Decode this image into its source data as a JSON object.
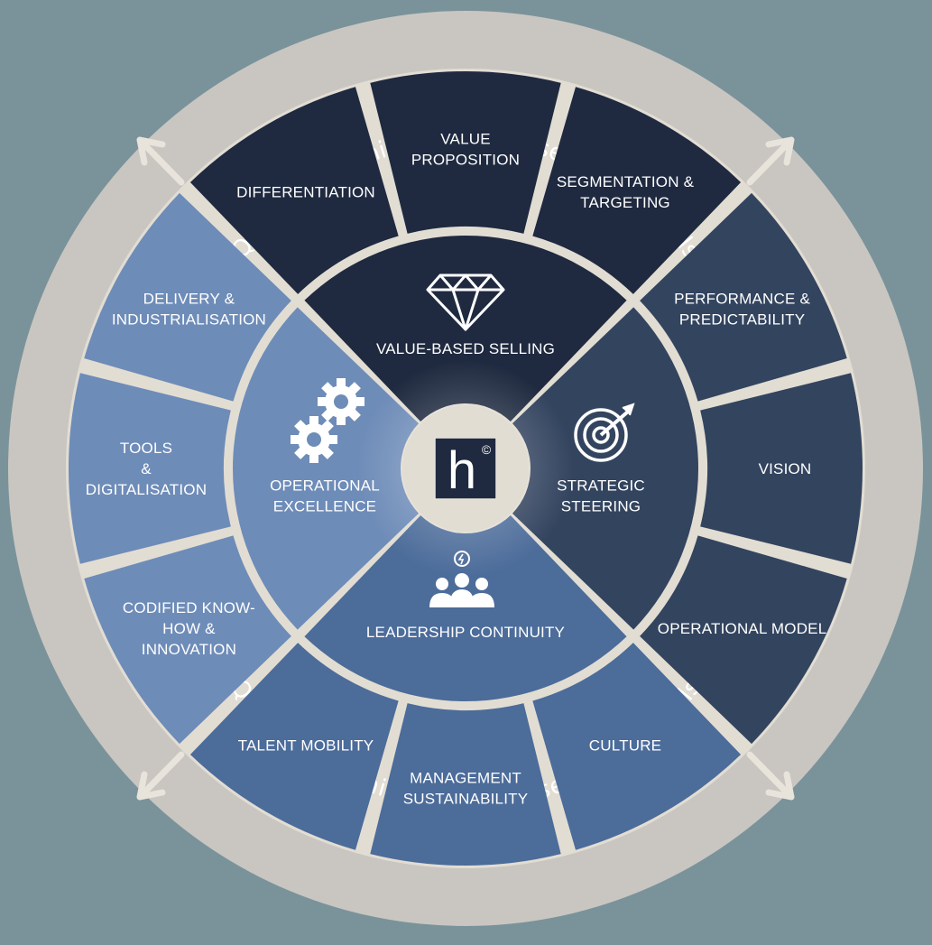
{
  "ring_text": {
    "top": "Quality of Earnings & KPI-based Risk Signals",
    "bottom": "Quality of Earnings & KPI-based Risk Signals"
  },
  "center": {
    "logo_letter": "h",
    "logo_mark": "©"
  },
  "colors": {
    "background": "#7a939a",
    "ring": "#c9c6c1",
    "divider": "#e2ddd3",
    "value_selling": "#1f2a40",
    "strategic": "#33445f",
    "leadership": "#4c6c9a",
    "operational": "#6e8cb8"
  },
  "quadrants": [
    {
      "id": "value-based-selling",
      "lines": [
        "VALUE-BASED SELLING"
      ],
      "icon": "diamond-icon"
    },
    {
      "id": "strategic-steering",
      "lines": [
        "STRATEGIC",
        "STEERING"
      ],
      "icon": "target-icon"
    },
    {
      "id": "leadership-continuity",
      "lines": [
        "LEADERSHIP CONTINUITY"
      ],
      "icon": "team-lightbulb-icon"
    },
    {
      "id": "operational-excellence",
      "lines": [
        "OPERATIONAL",
        "EXCELLENCE"
      ],
      "icon": "gears-icon"
    }
  ],
  "segments": [
    {
      "id": "differentiation",
      "lines": [
        "DIFFERENTIATION"
      ]
    },
    {
      "id": "value-proposition",
      "lines": [
        "VALUE",
        "PROPOSITION"
      ]
    },
    {
      "id": "segmentation-targeting",
      "lines": [
        "SEGMENTATION &",
        "TARGETING"
      ]
    },
    {
      "id": "performance-predictability",
      "lines": [
        "PERFORMANCE &",
        "PREDICTABILITY"
      ]
    },
    {
      "id": "vision",
      "lines": [
        "VISION"
      ]
    },
    {
      "id": "operational-model",
      "lines": [
        "OPERATIONAL MODEL"
      ]
    },
    {
      "id": "culture",
      "lines": [
        "CULTURE"
      ]
    },
    {
      "id": "management-sustainability",
      "lines": [
        "MANAGEMENT",
        "SUSTAINABILITY"
      ]
    },
    {
      "id": "talent-mobility",
      "lines": [
        "TALENT MOBILITY"
      ]
    },
    {
      "id": "codified-know-how",
      "lines": [
        "CODIFIED KNOW-",
        "HOW &",
        "INNOVATION"
      ]
    },
    {
      "id": "tools-digitalisation",
      "lines": [
        "TOOLS",
        "&",
        "DIGITALISATION"
      ]
    },
    {
      "id": "delivery-industrialisation",
      "lines": [
        "DELIVERY &",
        "INDUSTRIALISATION"
      ]
    }
  ]
}
